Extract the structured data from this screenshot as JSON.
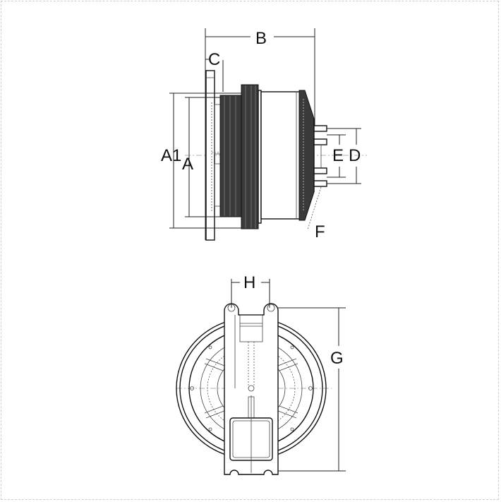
{
  "figure": {
    "type": "technical-drawing",
    "subject": "fan clutch / pulley assembly",
    "views": [
      "side-view",
      "front-view"
    ],
    "border_color": "#cfcfcf",
    "line_color": "#111111"
  },
  "labels": {
    "A1": "A1",
    "A": "A",
    "B": "B",
    "C": "C",
    "D": "D",
    "E": "E",
    "F": "F",
    "G": "G",
    "H": "H"
  }
}
